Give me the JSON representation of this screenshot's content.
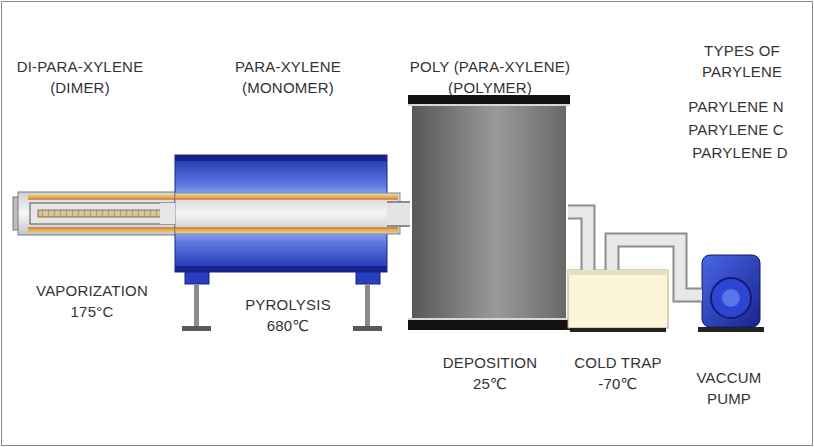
{
  "diagram": {
    "nodes": [
      {
        "text": [
          "DI-PARA-XYLENE (DIMER)",
          "VAPORIZATION 175°C"
        ]
      },
      {
        "text": [
          "PARA-XYLENE (MONOMER)",
          "PYROLYSIS 680℃"
        ]
      },
      {
        "text": [
          "POLY (PARA-XYLENE) (POLYMER)",
          "DEPOSITION 25℃"
        ]
      },
      {
        "text": [
          "COLD TRAP -70℃"
        ]
      },
      {
        "text": [
          "VACCUM PUMP"
        ]
      }
    ],
    "edges": [
      {
        "from": 0,
        "to": 1,
        "arrow": "none"
      },
      {
        "from": 1,
        "to": 2,
        "arrow": "none"
      },
      {
        "from": 2,
        "to": 3,
        "arrow": "none"
      },
      {
        "from": 3,
        "to": 4,
        "arrow": "none"
      }
    ],
    "labels": [
      "TYPES OF PARYLENE",
      "PARYLENE N",
      "PARYLENE C",
      "PARYLENE D"
    ]
  }
}
